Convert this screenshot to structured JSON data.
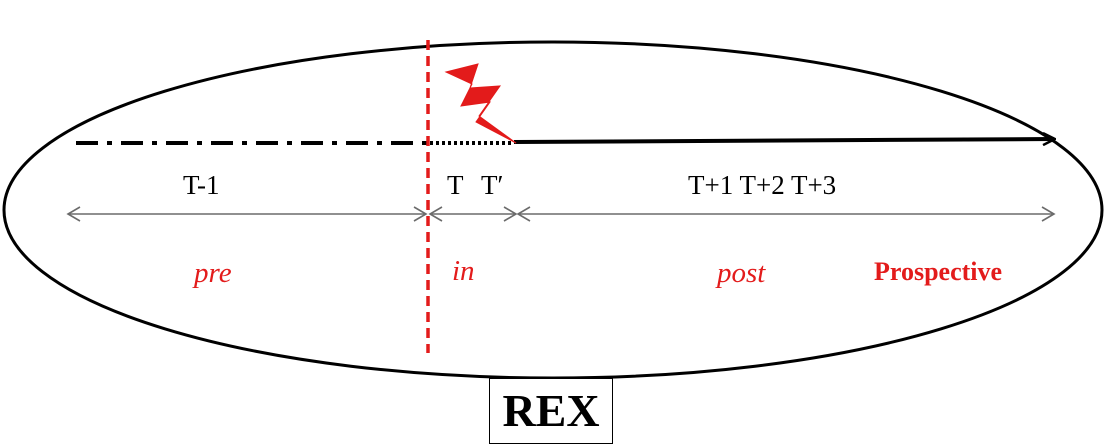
{
  "labels": {
    "period_before": "T-1",
    "period_t": "T",
    "period_t_prime": "T′",
    "period_after": "T+1 T+2 T+3",
    "phase_pre": "pre",
    "phase_in": "in",
    "phase_post": "post",
    "prospective": "Prospective",
    "rex": "REX"
  },
  "colors": {
    "accent_red": "#e31b1b",
    "line_black": "#000000",
    "axis_gray": "#6b6b6b"
  },
  "icons": {
    "event": "lightning-bolt-icon"
  }
}
